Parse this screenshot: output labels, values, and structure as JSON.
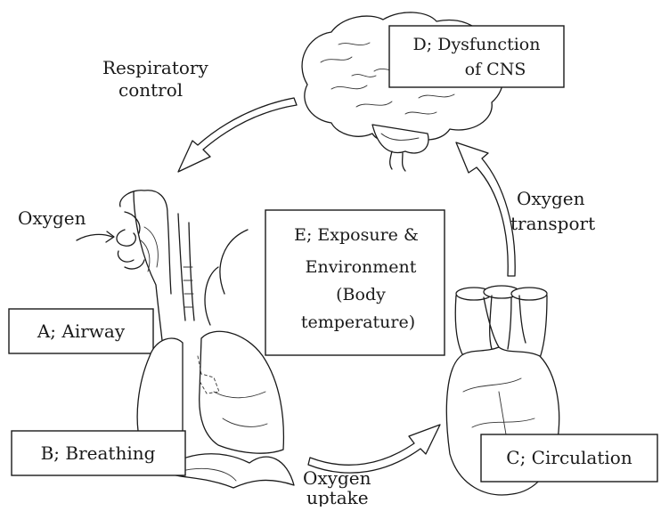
{
  "nodes": {
    "a": {
      "label": "A; Airway"
    },
    "b": {
      "label": "B; Breathing"
    },
    "c": {
      "label": "C; Circulation"
    },
    "d": {
      "line1": "D; Dysfunction",
      "line2": "of CNS"
    },
    "e": {
      "line1": "E; Exposure &",
      "line2": "Environment",
      "line3": "(Body",
      "line4": "temperature)"
    }
  },
  "flows": {
    "respiratory_control": {
      "line1": "Respiratory",
      "line2": "control"
    },
    "oxygen_in": "Oxygen",
    "oxygen_transport": {
      "line1": "Oxygen",
      "line2": "transport"
    },
    "oxygen_uptake": {
      "line1": "Oxygen",
      "line2": "uptake"
    }
  },
  "icons": [
    "brain-icon",
    "head-airway-icon",
    "lungs-icon",
    "heart-icon"
  ]
}
